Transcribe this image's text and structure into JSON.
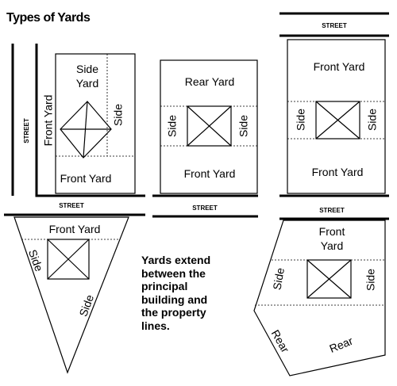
{
  "title": "Types of Yards",
  "colors": {
    "ink": "#000000",
    "background": "#ffffff"
  },
  "lot1": {
    "street_vertical": "STREET",
    "side_yard_line1": "Side",
    "side_yard_line2": "Yard",
    "front_yard_vertical": "Front Yard",
    "side_right": "Side",
    "front_yard_bottom": "Front Yard",
    "street_below": "STREET"
  },
  "lot2": {
    "rear_yard": "Rear Yard",
    "side_left": "Side",
    "side_right": "Side",
    "front_yard": "Front Yard",
    "street_below": "STREET"
  },
  "lot3": {
    "street_above": "STREET",
    "front_yard_top": "Front Yard",
    "side_left": "Side",
    "side_right": "Side",
    "front_yard_bottom": "Front Yard",
    "street_below": "STREET"
  },
  "lot4": {
    "front_yard": "Front Yard",
    "side_left": "Side",
    "side_right": "Side"
  },
  "lot5": {
    "front_yard_line1": "Front",
    "front_yard_line2": "Yard",
    "side_left": "Side",
    "side_right": "Side",
    "rear_left": "Rear",
    "rear_right": "Rear"
  },
  "note": {
    "lines": [
      "Yards extend",
      "between the",
      "principal",
      "building and",
      "the property",
      "lines."
    ]
  }
}
